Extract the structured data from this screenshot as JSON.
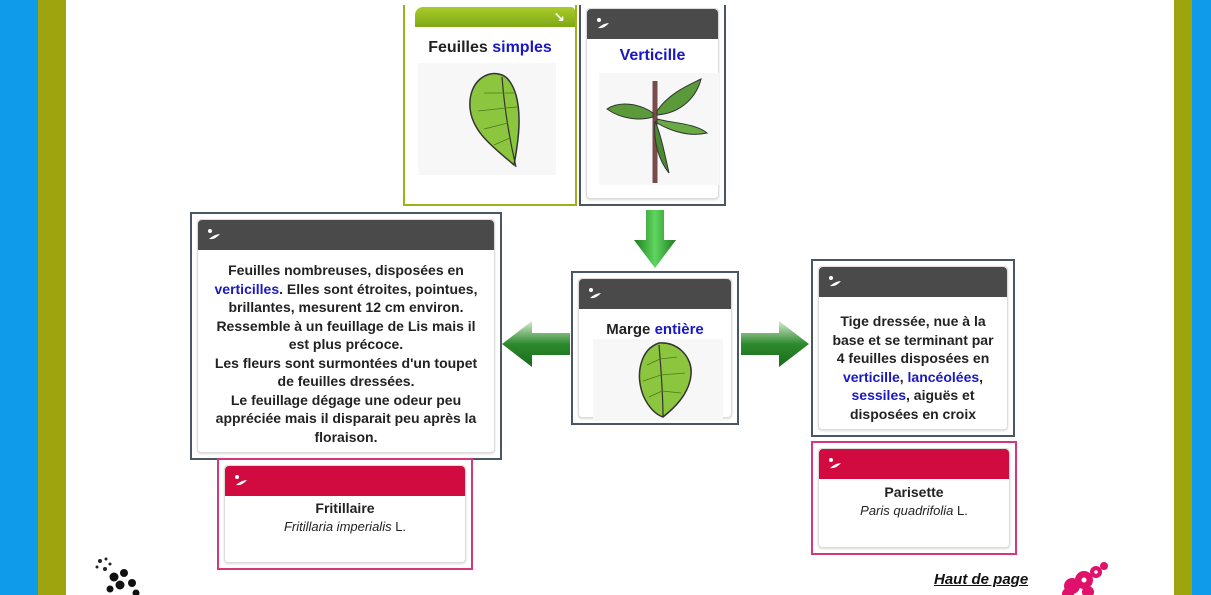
{
  "page": {
    "colors": {
      "blue_edge": "#0f9be9",
      "olive_edge": "#9ea40e",
      "header_dark": "#4a4a4a",
      "header_red": "#d10a40",
      "link_blue": "#1a17c4"
    }
  },
  "cards": {
    "simple_leaves": {
      "word1": "Feuilles",
      "word2": "simples",
      "corner_icon": "arrow-down-right-icon"
    },
    "whorl": {
      "title": "Verticille"
    },
    "margin": {
      "word1": "Marge",
      "word2": "entière"
    },
    "left_desc": {
      "lines": [
        "Feuilles nombreuses, disposées en",
        "verticilles",
        ". Elles sont étroites, pointues,",
        "brillantes, mesurent 12 cm environ.",
        "Ressemble à un feuillage de Lis mais il",
        "est plus précoce.",
        "Les fleurs sont surmontées d'un toupet",
        "de feuilles dressées.",
        "Le feuillage dégage une odeur peu",
        "appréciée mais il disparait peu après la",
        "floraison."
      ]
    },
    "right_desc": {
      "lines": [
        "Tige dressée, nue à la",
        "base et se terminant par",
        "4 feuilles disposées en",
        "verticille",
        ", ",
        "lancéolées",
        ",",
        "sessiles",
        ", aiguës et",
        "disposées en croix"
      ]
    },
    "fritillaire": {
      "name": "Fritillaire",
      "latin_genus": "Fritillaria imperialis",
      "author": " L."
    },
    "parisette": {
      "name": "Parisette",
      "latin_genus": "Paris quadrifolia",
      "author": " L."
    }
  },
  "footer": {
    "top_link": "Haut de page"
  },
  "icons": [
    "leaf-sprout-icon",
    "arrow-down-icon",
    "arrow-left-icon",
    "arrow-right-icon",
    "flower-deco-icon",
    "seed-deco-icon"
  ]
}
